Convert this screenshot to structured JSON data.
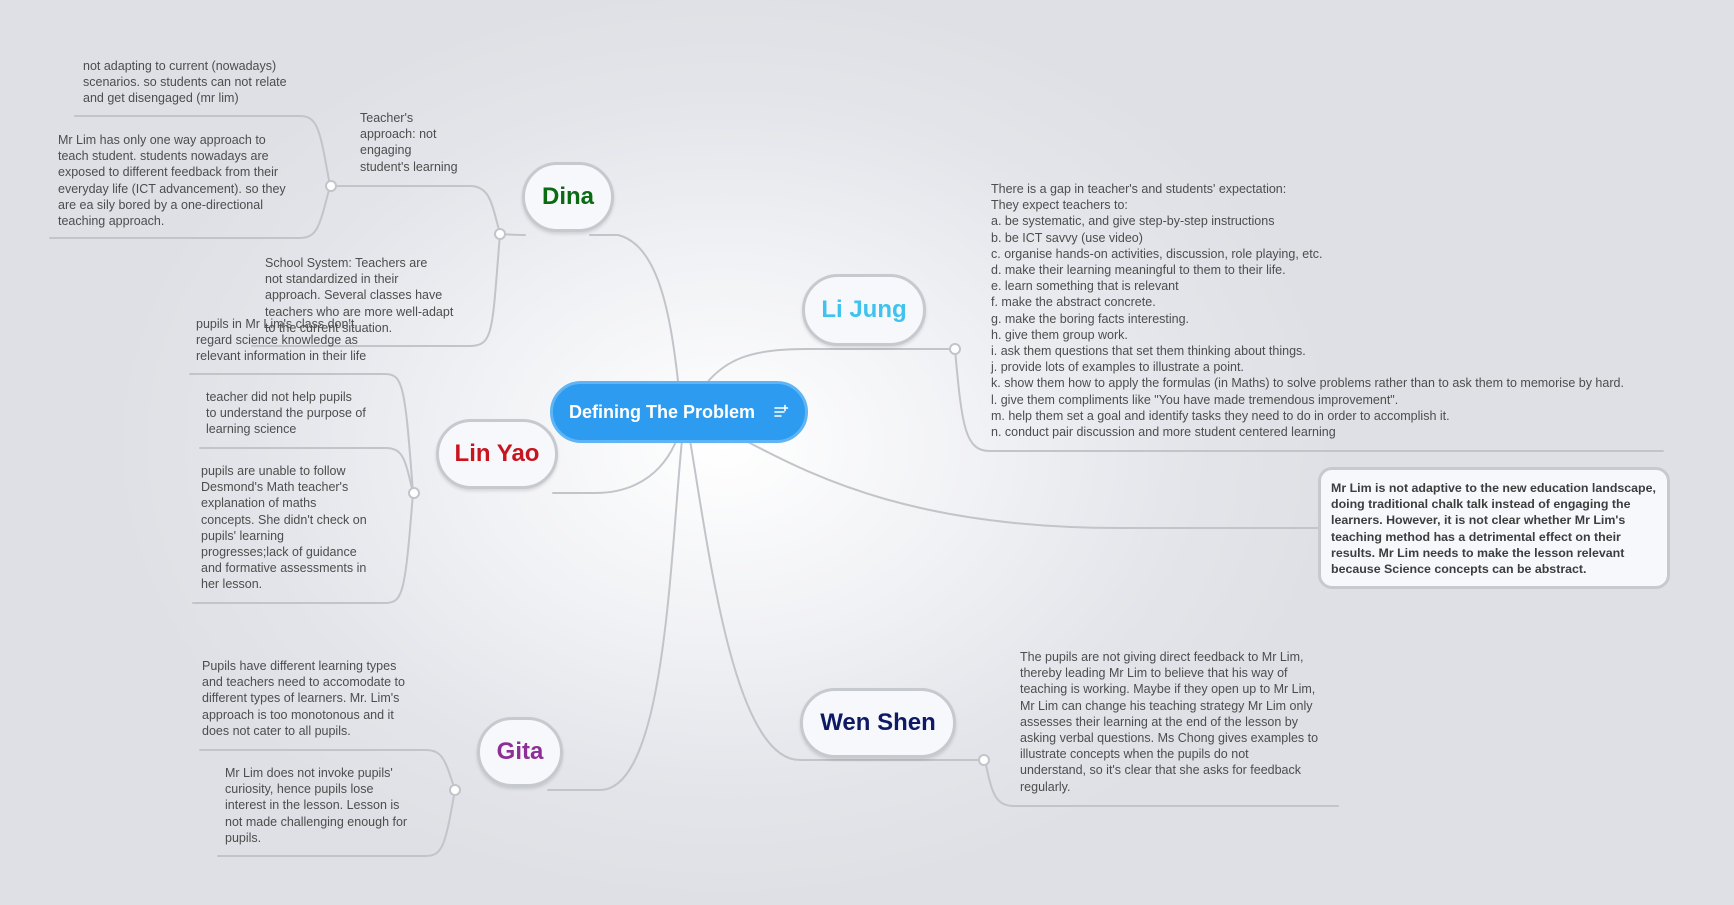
{
  "central": {
    "label": "Defining The Problem",
    "icon": "notes-icon"
  },
  "dina": {
    "label": "Dina",
    "color": "#0a6b12",
    "subtopic": "Teacher's\napproach: not\nengaging\nstudent's learning",
    "note_nowadays": "not adapting to current (nowadays)\nscenarios. so students can not relate\nand get disengaged (mr lim)",
    "note_one_way": "Mr Lim has only one way approach to\nteach student. students nowadays are\nexposed to different feedback from their\neveryday life (ICT advancement). so they\nare ea sily bored by a one-directional\nteaching approach.",
    "note_school": "School System: Teachers are\nnot standardized in their\napproach. Several classes have\nteachers who are more well-adapt\nto the current situation."
  },
  "linyao": {
    "label": "Lin Yao",
    "color": "#c8141e",
    "note_science": "pupils in Mr Lim's class don't\nregard  science knowledge as\nrelevant information in their life",
    "note_purpose": "teacher did not help pupils\nto understand the purpose of\nlearning science",
    "note_math": "pupils are unable to follow\nDesmond's Math teacher's\nexplanation of maths\nconcepts. She didn't check on\npupils' learning\nprogresses;lack of guidance\nand formative assessments in\nher lesson."
  },
  "gita": {
    "label": "Gita",
    "color": "#8e2f97",
    "note_types": "Pupils have different learning types\nand teachers need to accomodate to\ndifferent types of learners. Mr. Lim's\napproach is too monotonous and it\ndoes not cater to all pupils.",
    "note_curiosity": "Mr Lim does not invoke pupils'\ncuriosity, hence pupils lose\ninterest in the lesson. Lesson is\nnot made challenging enough for\npupils."
  },
  "lijung": {
    "label": "Li Jung",
    "color": "#3fc3ee",
    "note_expectations": "There is a gap in teacher's and students' expectation:\nThey expect teachers to:\na. be systematic, and give step-by-step instructions\nb. be ICT savvy (use video)\nc. organise hands-on activities, discussion, role playing, etc.\nd. make their learning meaningful to them to their life.\ne. learn something that is relevant\nf. make the abstract concrete.\ng. make the boring facts interesting.\nh. give them group work.\ni. ask them questions that set them thinking about things.\nj. provide lots of examples to illustrate a point.\nk. show them how to apply the formulas (in Maths) to solve problems rather than to ask them to memorise by hard.\nl. give them compliments like \"You have made tremendous improvement\".\nm. help them set a goal and identify tasks they need to do in order to accomplish it.\nn. conduct pair discussion and more student centered learning"
  },
  "callout": {
    "text": "Mr Lim is not adaptive to the new education landscape,\ndoing traditional chalk talk instead of engaging the\nlearners. However, it is not clear whether Mr Lim's\nteaching method has a detrimental effect on their\nresults. Mr Lim needs to make the lesson relevant\nbecause Science concepts can be abstract."
  },
  "wenshen": {
    "label": "Wen Shen",
    "color": "#0e1a66",
    "note_feedback": "The pupils are not giving direct feedback to Mr Lim,\nthereby leading Mr Lim to believe that his way of\nteaching is working. Maybe if they open up to Mr Lim,\nMr Lim can change his teaching strategy Mr Lim only\nassesses their learning at the end of the lesson by\nasking verbal questions. Ms Chong gives examples to\nillustrate concepts when the pupils do not\nunderstand, so it's clear that she asks for feedback\nregularly."
  },
  "colors": {
    "central_fill": "#2d9bf0",
    "connector": "#c2c4c9"
  }
}
